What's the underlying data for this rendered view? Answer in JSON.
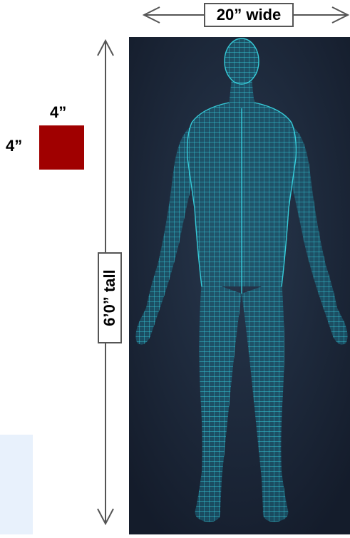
{
  "dimensions": {
    "width_label": "20” wide",
    "height_label": "6’0” tall",
    "square_top_label": "4”",
    "square_side_label": "4”"
  },
  "colors": {
    "swatch": "#a00000",
    "panel_dark": "#141c2b",
    "panel_mid": "#28384e",
    "wireframe": "#39d9e6",
    "arrow": "#555555",
    "light_blue_panel": "#e8f1fc"
  },
  "figure": {
    "style": "wireframe-human-body"
  }
}
